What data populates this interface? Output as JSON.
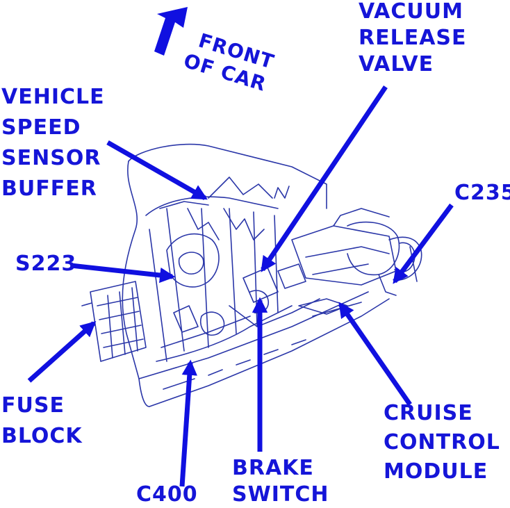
{
  "colors": {
    "label": "#1515d8",
    "arrow": "#1010e0",
    "drawing": "#2a36a8",
    "background": "#ffffff"
  },
  "labels": {
    "front_of_car": [
      "FRONT",
      "OF CAR"
    ],
    "vacuum_release_valve": [
      "VACUUM",
      "RELEASE",
      "VALVE"
    ],
    "vehicle_speed_sensor_buffer": [
      "VEHICLE",
      "SPEED",
      "SENSOR",
      "BUFFER"
    ],
    "c235": "C235",
    "s223": "S223",
    "fuse_block": [
      "FUSE",
      "BLOCK"
    ],
    "cruise_control_module": [
      "CRUISE",
      "CONTROL",
      "MODULE"
    ],
    "brake_switch": [
      "BRAKE",
      "SWITCH"
    ],
    "c400": "C400"
  },
  "icons": {
    "direction_marker": "front-direction-arrow-icon"
  }
}
